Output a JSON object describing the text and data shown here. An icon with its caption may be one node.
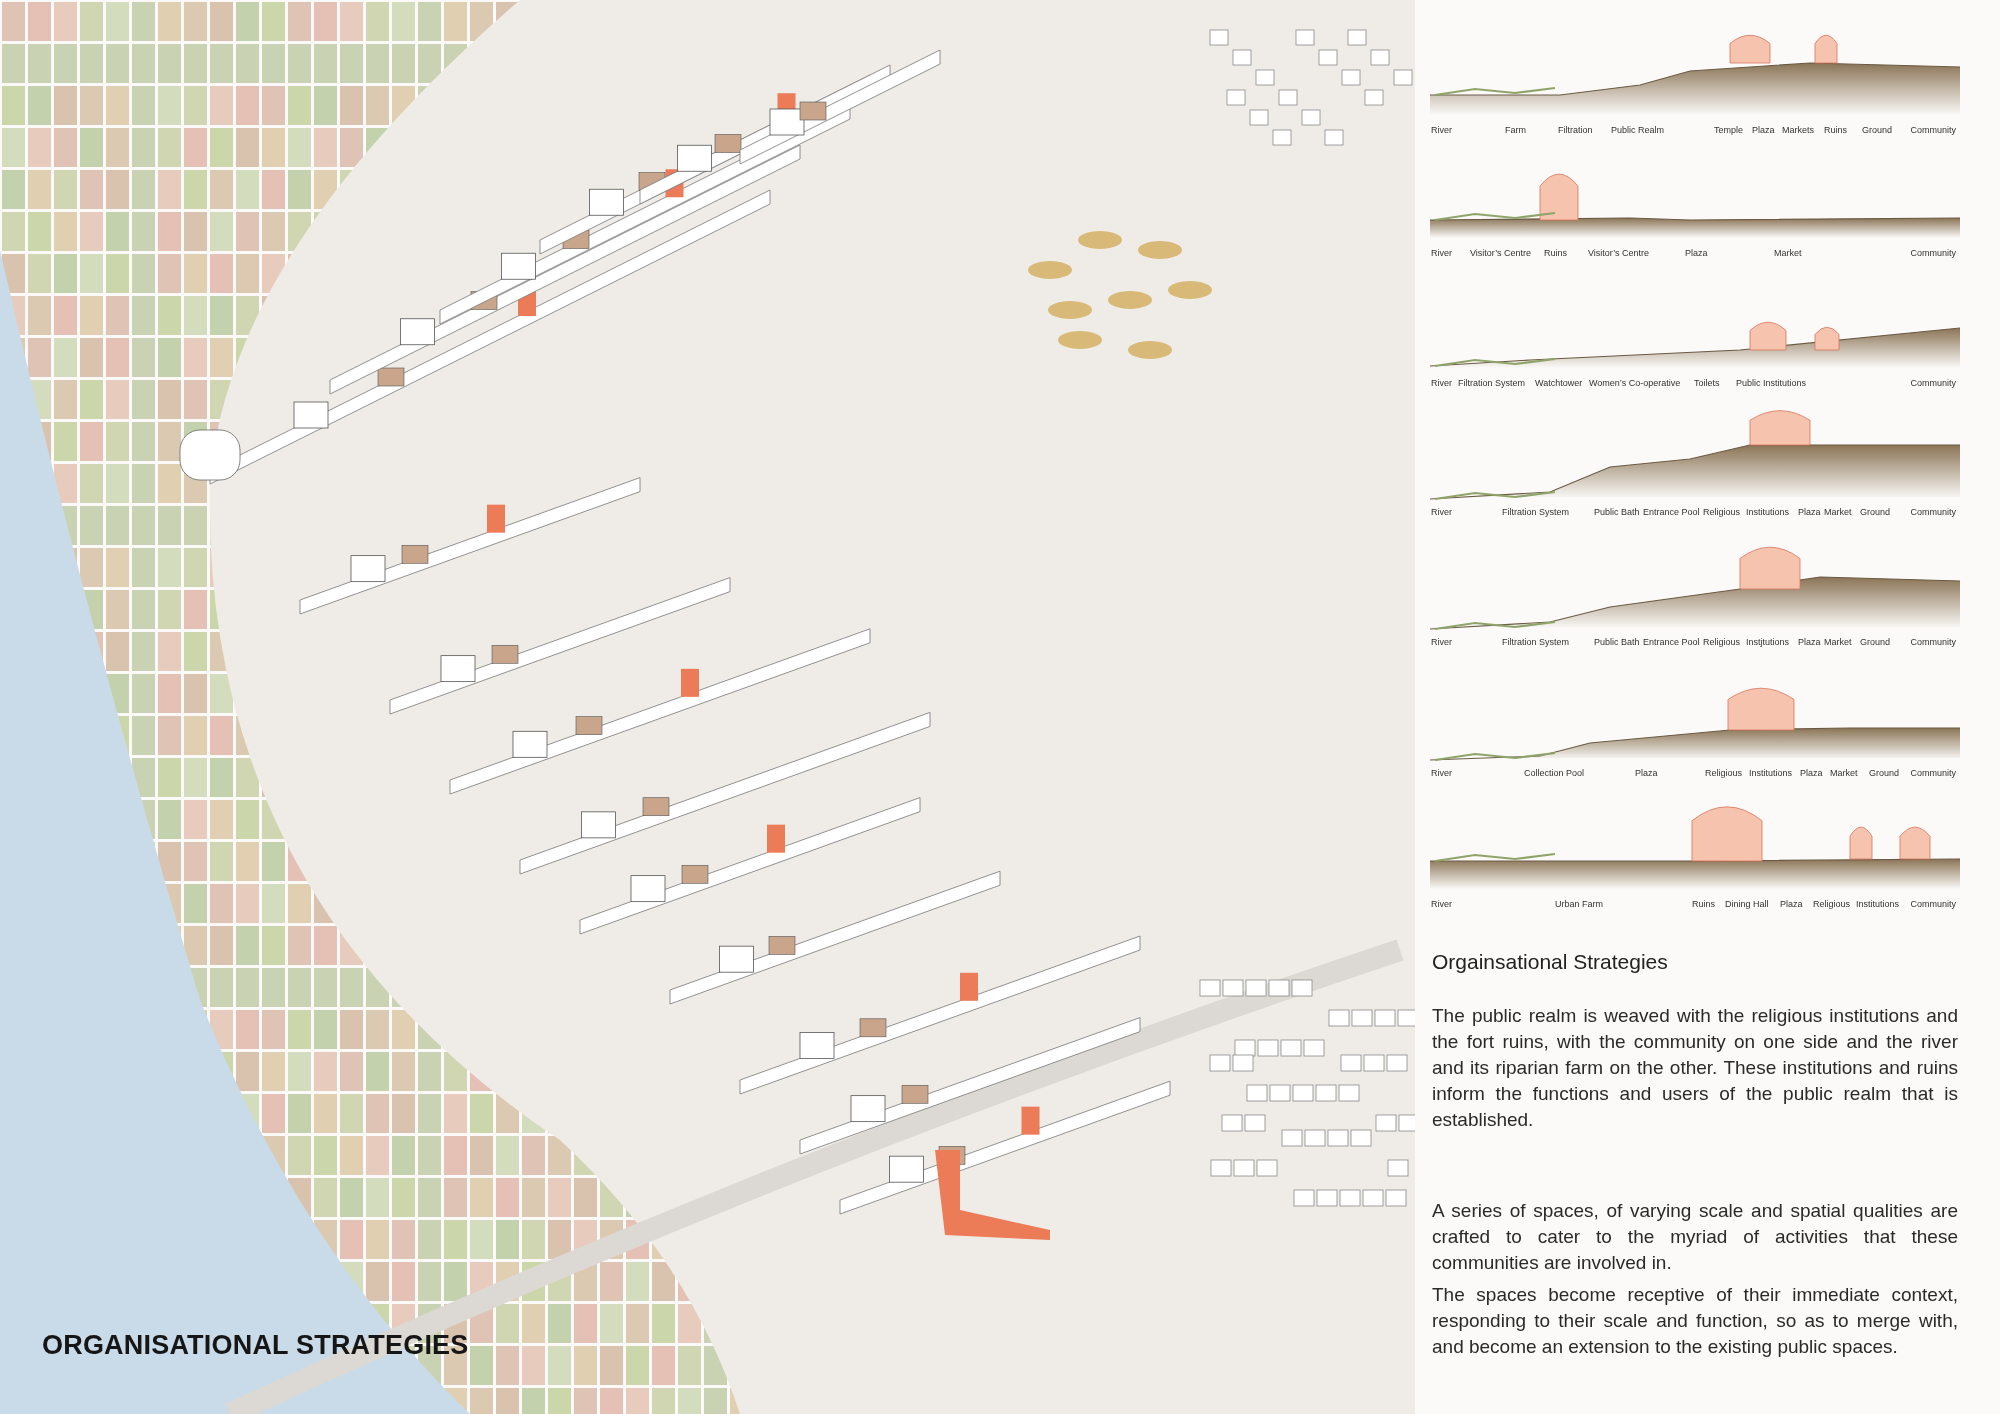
{
  "diagram": {
    "title": "ORGANISATIONAL STRATEGIES",
    "labels": [
      "River",
      "Farm",
      "Filtration",
      "Public Realm",
      "Temple",
      "Plaza",
      "Markets",
      "Ruins",
      "Ground",
      "Community",
      "River",
      "Visitor’s Centre",
      "Ruins",
      "Visitor’s Centre",
      "Plaza",
      "Market",
      "Community",
      "River",
      "Filtration System",
      "Watchtower",
      "Women’s Co-operative",
      "Toilets",
      "Public Institutions",
      "Community",
      "River",
      "Filtration System",
      "Public Bath",
      "Entrance Pool",
      "Religious",
      "Institutions",
      "Plaza",
      "Market",
      "Ground",
      "Community",
      "River",
      "Filtration System",
      "Public Bath",
      "Entrance Pool",
      "Religious",
      "Instjtutions",
      "Plaza",
      "Market",
      "Ground",
      "Community",
      "River",
      "Collection Pool",
      "Plaza",
      "Religious",
      "Institutions",
      "Plaza",
      "Market",
      "Ground",
      "Community",
      "River",
      "Urban Farm",
      "Ruins",
      "Dining Hall",
      "Plaza",
      "Religious",
      "Institutions",
      "Community",
      "Orgainsational Strategies",
      "The public realm is weaved with the religious institutions and the fort ruins, with the community on one side and the river and its riparian farm on the other. These institutions and ruins inform the functions and users of the public realm that is established.",
      "A series of spaces, of varying scale and spatial qualities are crafted to cater to the myriad of activities that these communities are involved in.",
      "The spaces become receptive of their immediate context, responding to their scale and function, so as to merge with, and become an extension to the existing public spaces."
    ]
  }
}
